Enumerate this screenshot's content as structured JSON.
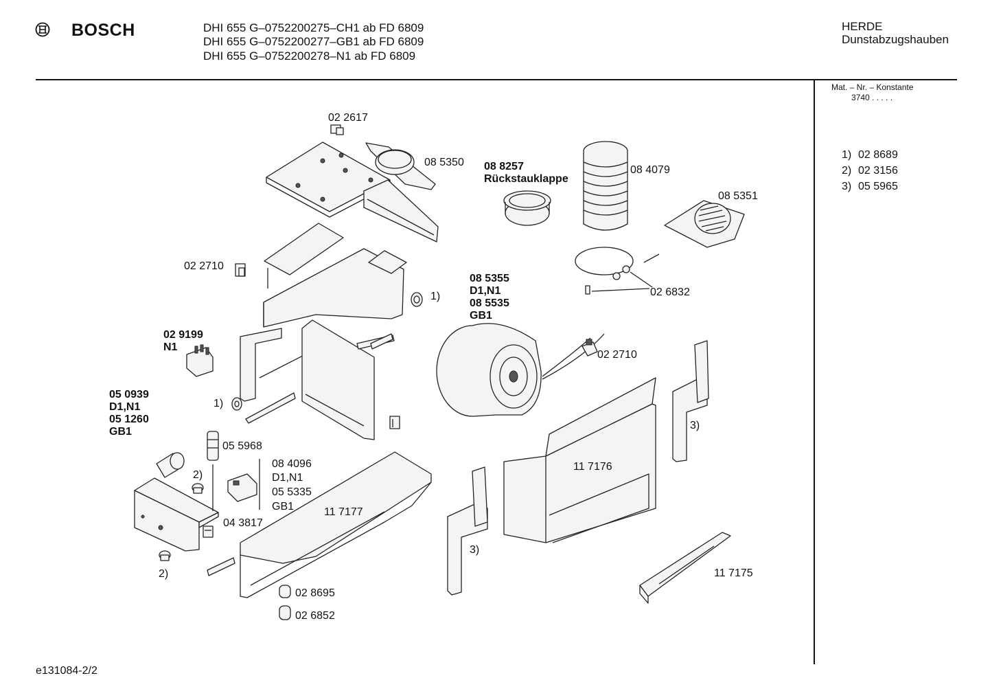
{
  "header": {
    "brand": "BOSCH",
    "models": [
      "DHI 655 G–0752200275–CH1 ab FD 6809",
      "DHI 655 G–0752200277–GB1 ab FD 6809",
      "DHI 655 G–0752200278–N1 ab FD 6809"
    ],
    "category_line1": "HERDE",
    "category_line2": "Dunstabzugshauben"
  },
  "sidebar": {
    "mat_label": "Mat. – Nr. – Konstante",
    "mat_value": "3740  .   .   .   .   .",
    "notes": [
      {
        "key": "1)",
        "value": "02 8689"
      },
      {
        "key": "2)",
        "value": "02 3156"
      },
      {
        "key": "3)",
        "value": "05 5965"
      }
    ]
  },
  "parts": {
    "p022617": "02 2617",
    "p085350": "08 5350",
    "p088257": "08 8257",
    "rueckstau": "Rückstauklappe",
    "p084079": "08 4079",
    "p085351": "08 5351",
    "p022710a": "02 2710",
    "p026832": "02 6832",
    "p085355": "08 5355",
    "d1n1_a": "D1,N1",
    "p085535": "08 5535",
    "gb1_a": "GB1",
    "p029199": "02 9199",
    "n1": "N1",
    "p022710b": "02 2710",
    "p050939": "05 0939",
    "d1n1_b": "D1,N1",
    "p051260": "05 1260",
    "gb1_b": "GB1",
    "p055968": "05 5968",
    "p084096": "08 4096",
    "d1n1_c": "D1,N1",
    "p055335": "05 5335",
    "gb1_c": "GB1",
    "p117176": "11 7176",
    "p117177": "11 7177",
    "p043817": "04 3817",
    "p117175": "11 7175",
    "p028695": "02 8695",
    "p026852": "02 6852",
    "ref1a": "1)",
    "ref1b": "1)",
    "ref2a": "2)",
    "ref2b": "2)",
    "ref3a": "3)",
    "ref3b": "3)"
  },
  "footer": {
    "doc_id": "e131084-2/2"
  }
}
